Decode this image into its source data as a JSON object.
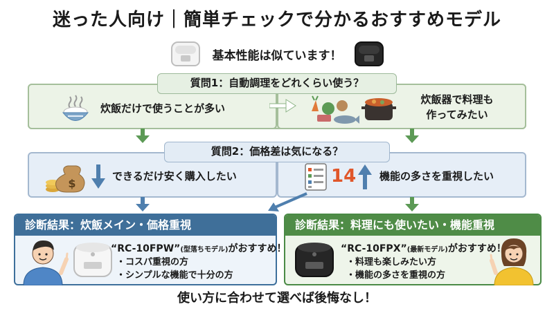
{
  "title": "迷った人向け｜簡単チェックで分かるおすすめモデル",
  "subtitle": "基本性能は似ています！",
  "question1": {
    "label": "質問1：自動調理をどれくらい使う？",
    "option_left": "炊飯だけで使うことが多い",
    "option_right_line1": "炊飯器で料理も",
    "option_right_line2": "作ってみたい"
  },
  "question2": {
    "label": "質問2：価格差は気になる？",
    "option_left": "できるだけ安く購入したい",
    "option_right": "機能の多さを重視したい",
    "feature_count": "14"
  },
  "result_left": {
    "header": "診断結果：炊飯メイン・価格重視",
    "model": "“RC-10FPW”",
    "model_note": "(型落ちモデル)",
    "recommend": "がおすすめ！",
    "bullets": [
      "・コスパ重視の方",
      "・シンプルな機能で十分の方"
    ]
  },
  "result_right": {
    "header": "診断結果：料理にも使いたい・機能重視",
    "model": "“RC-10FPX”",
    "model_note": "(最新モデル)",
    "recommend": "がおすすめ！",
    "bullets": [
      "・料理も楽しみたい方",
      "・機能の多さを重視の方"
    ]
  },
  "footer": "使い方に合わせて選べば後悔なし！",
  "colors": {
    "green_head": "#4f8c47",
    "blue_head": "#3f6f99",
    "arrow_green": "#5c9a55",
    "arrow_blue": "#4f7fae",
    "accent_orange": "#e0562a"
  }
}
